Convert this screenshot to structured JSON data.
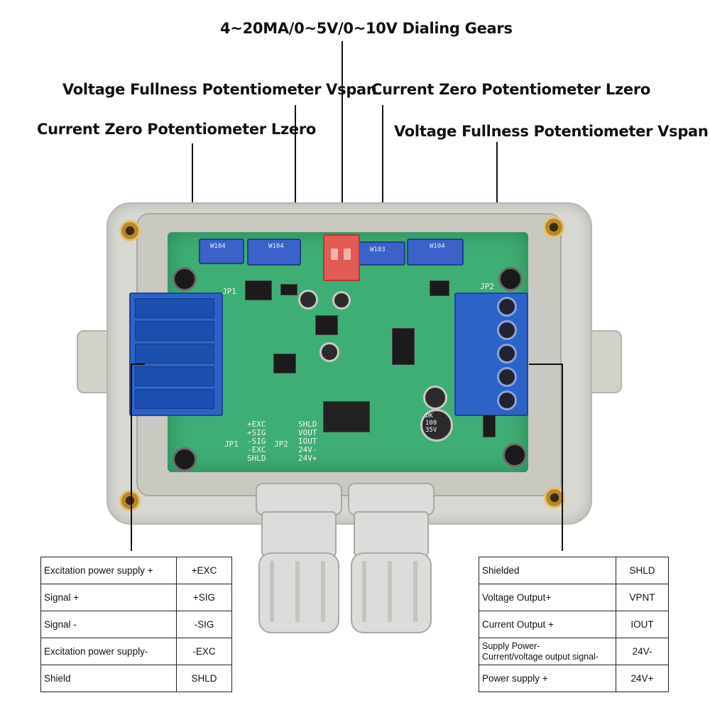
{
  "callouts": {
    "dial_gears": "4~20MA/0~5V/0~10V Dialing Gears",
    "vspan_left": "Voltage Fullness Potentiometer Vspan",
    "lzero_left": "Current Zero Potentiometer Lzero",
    "lzero_right": "Current Zero Potentiometer Lzero",
    "vspan_right": "Voltage Fullness Potentiometer Vspan"
  },
  "board": {
    "pot_labels": [
      "W104",
      "W104",
      "W103",
      "W104"
    ],
    "jp1_label": "JP1",
    "jp2_label": "JP2",
    "jp1_pins": "+EXC\n+SIG\n-SIG\n-EXC\nSHLD",
    "jp2_pins": "SHLD\nVOUT\nIOUT\n24V-\n24V+",
    "cap_marking": "DK\n100\n35V"
  },
  "jp1_table": {
    "rows": [
      {
        "label": "Excitation power supply +",
        "code": "+EXC"
      },
      {
        "label": "Signal +",
        "code": "+SIG"
      },
      {
        "label": "Signal -",
        "code": "-SIG"
      },
      {
        "label": "Excitation power supply-",
        "code": "-EXC"
      },
      {
        "label": "Shield",
        "code": "SHLD"
      }
    ]
  },
  "jp2_table": {
    "rows": [
      {
        "label": "Shielded",
        "code": "SHLD"
      },
      {
        "label": "Voltage Output+",
        "code": "VPNT"
      },
      {
        "label": "Current Output +",
        "code": "IOUT"
      },
      {
        "label": "Supply Power-",
        "label2": "Current/voltage output signal-",
        "code": "24V-"
      },
      {
        "label": "Power supply +",
        "code": "24V+"
      }
    ]
  },
  "colors": {
    "pcb": "#3fae74",
    "terminal": "#2d63c8",
    "enclosure": "#d8d8d2",
    "dip_switch": "#e25b55"
  }
}
